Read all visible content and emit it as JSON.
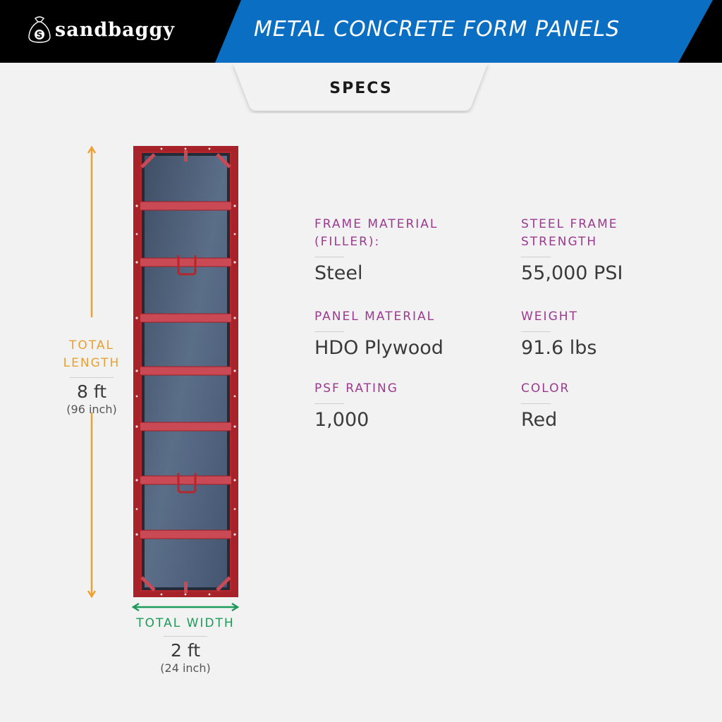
{
  "header": {
    "brand": "sandbaggy",
    "title": "METAL CONCRETE FORM PANELS",
    "colors": {
      "black": "#000000",
      "blue": "#0a6fc2"
    }
  },
  "tab": {
    "label": "SPECS"
  },
  "dimensions": {
    "length": {
      "label_line1": "TOTAL",
      "label_line2": "LENGTH",
      "value": "8 ft",
      "sub": "(96 inch)",
      "color": "#e8a030"
    },
    "width": {
      "label": "TOTAL WIDTH",
      "value": "2 ft",
      "sub": "(24 inch)",
      "color": "#1e9a5a"
    }
  },
  "product_image": {
    "description": "red steel frame concrete form panel with HDO plywood face",
    "frame_color": "#b3272d"
  },
  "specs": [
    {
      "label_line1": "FRAME MATERIAL",
      "label_line2": "(FILLER):",
      "value": "Steel"
    },
    {
      "label_line1": "STEEL FRAME",
      "label_line2": "STRENGTH",
      "value": "55,000 PSI"
    },
    {
      "label_line1": "PANEL MATERIAL",
      "label_line2": "",
      "value": "HDO Plywood"
    },
    {
      "label_line1": "WEIGHT",
      "label_line2": "",
      "value": "91.6 lbs"
    },
    {
      "label_line1": "PSF RATING",
      "label_line2": "",
      "value": "1,000"
    },
    {
      "label_line1": "COLOR",
      "label_line2": "",
      "value": "Red"
    }
  ]
}
